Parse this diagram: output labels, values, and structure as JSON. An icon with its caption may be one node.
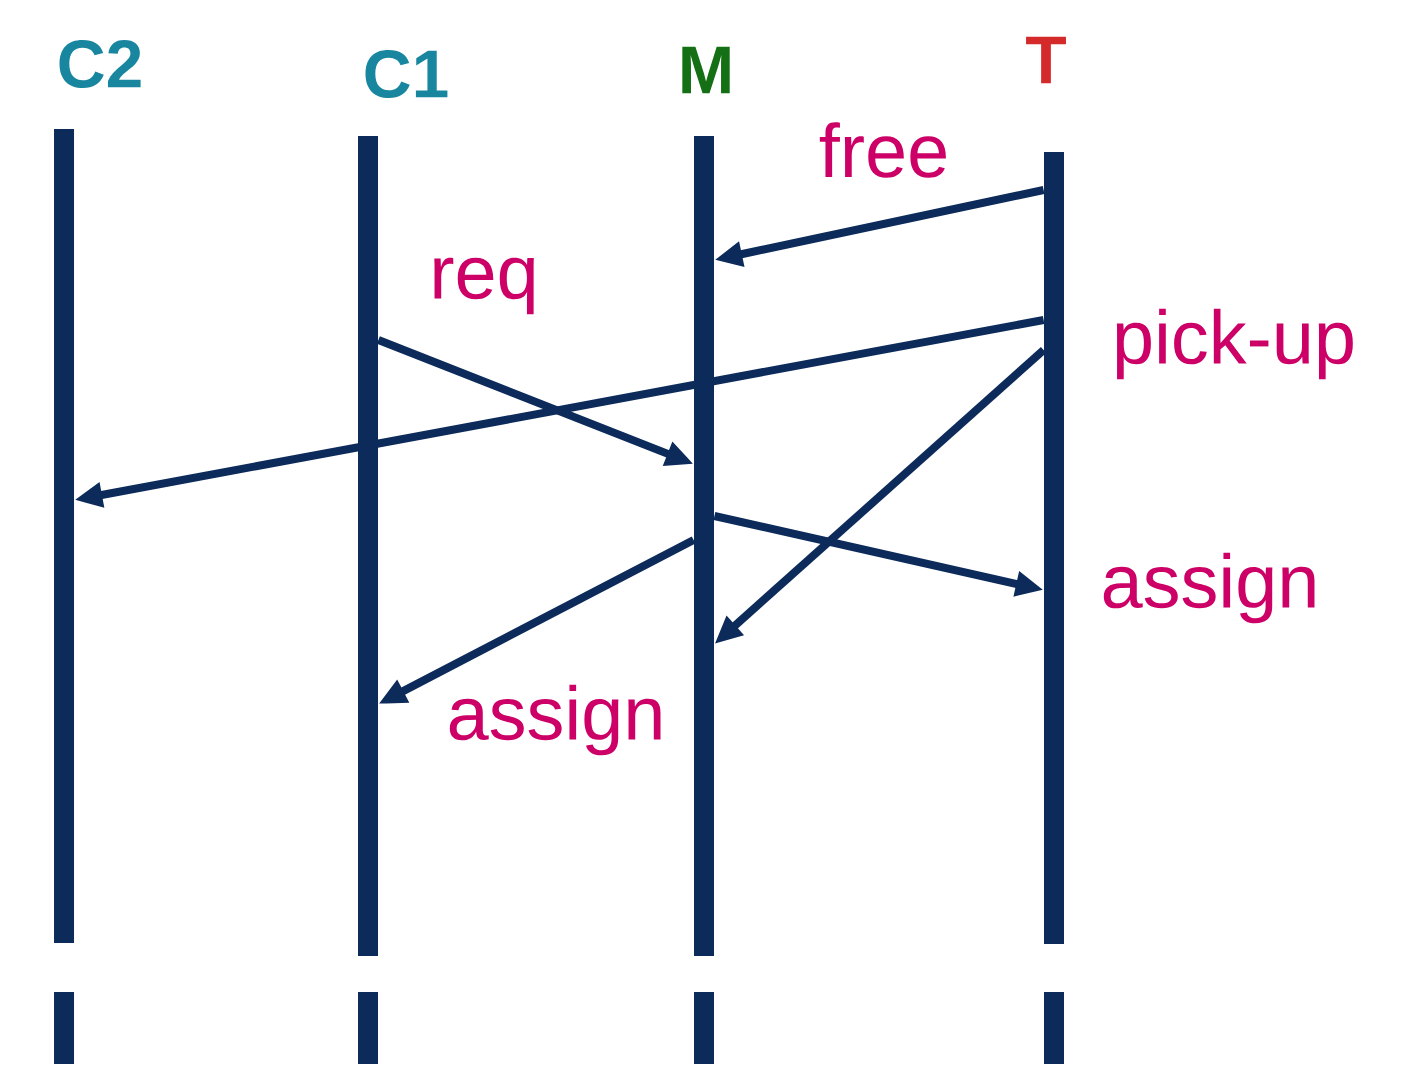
{
  "diagram": {
    "nodes": [
      {
        "text": [
          "C2"
        ]
      },
      {
        "text": [
          "C1"
        ]
      },
      {
        "text": [
          "M"
        ]
      },
      {
        "text": [
          "T"
        ]
      }
    ],
    "edges": [
      {
        "from": 3,
        "to": 2,
        "arrow": "to",
        "label": "free"
      },
      {
        "from": 1,
        "to": 2,
        "arrow": "to",
        "label": "req"
      },
      {
        "from": 3,
        "to": 0,
        "arrow": "to",
        "label": "pick-up"
      },
      {
        "from": 3,
        "to": 2,
        "arrow": "to"
      },
      {
        "from": 2,
        "to": 3,
        "arrow": "to",
        "label": "assign"
      },
      {
        "from": 2,
        "to": 1,
        "arrow": "to",
        "label": "assign"
      }
    ]
  }
}
